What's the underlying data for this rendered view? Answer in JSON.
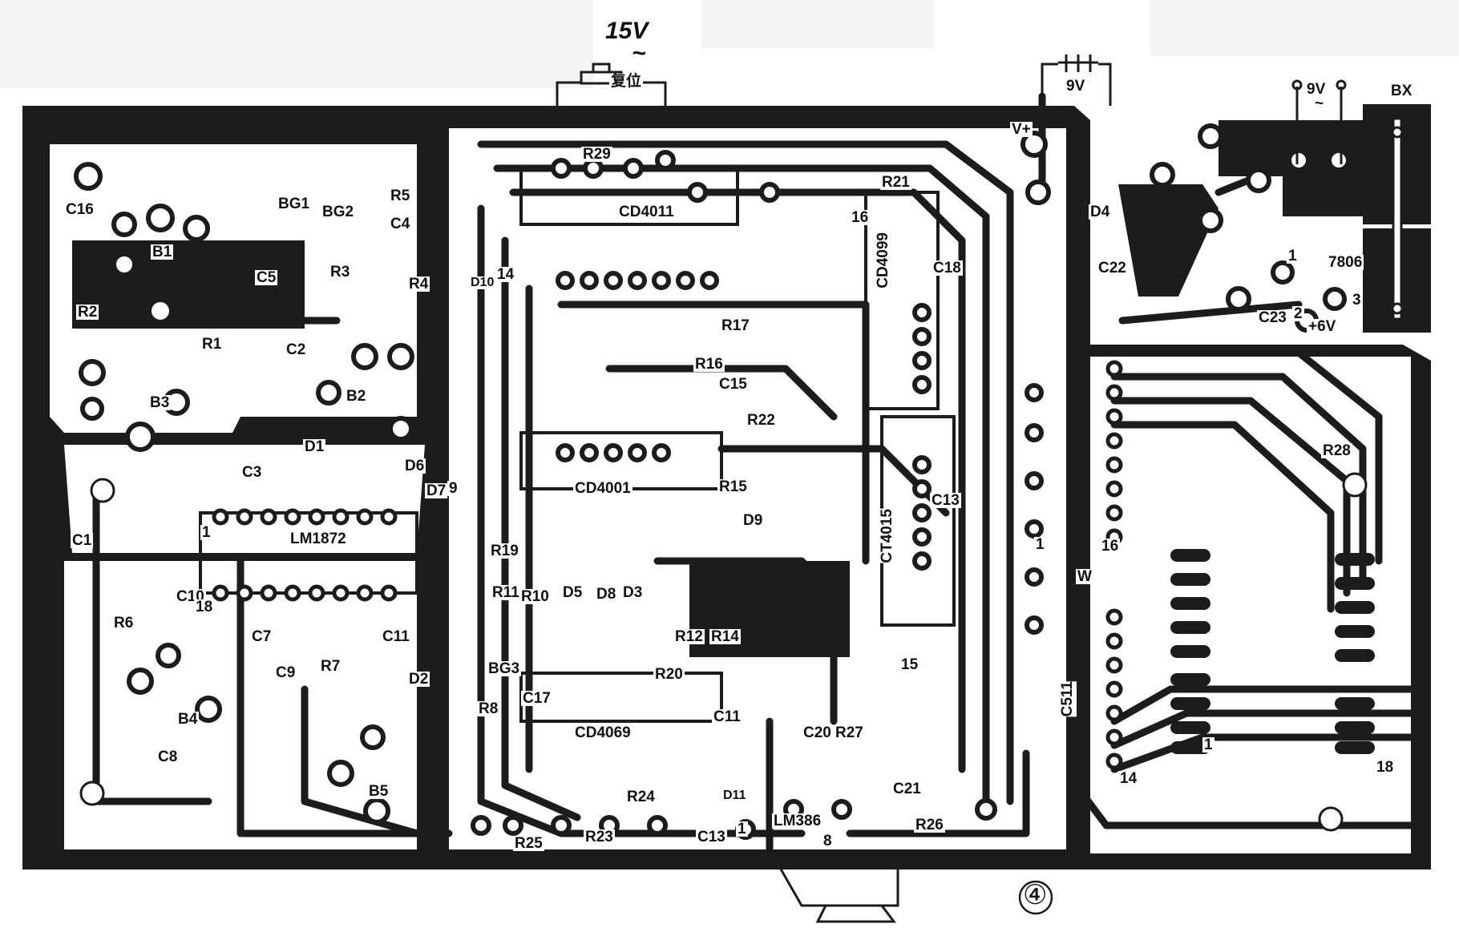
{
  "power": {
    "input_15v": "15V",
    "ac_mark": "~",
    "battery": "9V",
    "vplus": "V+",
    "ac_9v": "9V",
    "fuse": "BX",
    "reset_switch": "复位",
    "regulator": "7806",
    "output_6v": "+6V",
    "reg_pin1": "1",
    "reg_pin2": "2",
    "reg_pin3": "3"
  },
  "ics": {
    "u1": "LM1872",
    "u2": "CD4011",
    "u3": "CD4001",
    "u4": "CD4069",
    "u5": "CD4099",
    "u6": "CT4015",
    "u7": "LM386",
    "u8": "C511"
  },
  "resistors": {
    "r1": "R1",
    "r2": "R2",
    "r3": "R3",
    "r4": "R4",
    "r5": "R5",
    "r6": "R6",
    "r7": "R7",
    "r8": "R8",
    "r10": "R10",
    "r11": "R11",
    "r12": "R12",
    "r14": "R14",
    "r15": "R15",
    "r16": "R16",
    "r17": "R17",
    "r19": "R19",
    "r20": "R20",
    "r21": "R21",
    "r22": "R22",
    "r23": "R23",
    "r24": "R24",
    "r25": "R25",
    "r26": "R26",
    "r27": "R27",
    "r28": "R28",
    "r29": "R29"
  },
  "capacitors": {
    "c1": "C1",
    "c2": "C2",
    "c3": "C3",
    "c4": "C4",
    "c5": "C5",
    "c7": "C7",
    "c8": "C8",
    "c9": "C9",
    "c10": "C10",
    "c11a": "C11",
    "c11b": "C11",
    "c13a": "C13",
    "c13b": "C13",
    "c15": "C15",
    "c16": "C16",
    "c17": "C17",
    "c18": "C18",
    "c20": "C20",
    "c21": "C21",
    "c22": "C22",
    "c23": "C23"
  },
  "diodes": {
    "d1": "D1",
    "d2": "D2",
    "d3": "D3",
    "d4": "D4",
    "d5": "D5",
    "d6": "D6",
    "d7": "D7",
    "d8": "D8",
    "d9": "D9",
    "d10": "D10",
    "d11": "D11",
    "w": "W"
  },
  "transistors": {
    "bg1": "BG1",
    "bg2": "BG2",
    "bg3": "BG3"
  },
  "transformers": {
    "b1": "B1",
    "b2": "B2",
    "b3": "B3",
    "b4": "B4",
    "b5": "B5"
  },
  "pins": {
    "p1": "1",
    "p8": "8",
    "p9": "9",
    "p14": "14",
    "p15": "15",
    "p16": "16",
    "p18": "18"
  },
  "figure_number": "④",
  "colors": {
    "copper": "#1c1c1c",
    "board": "#ffffff",
    "pad": "#ffffff"
  }
}
